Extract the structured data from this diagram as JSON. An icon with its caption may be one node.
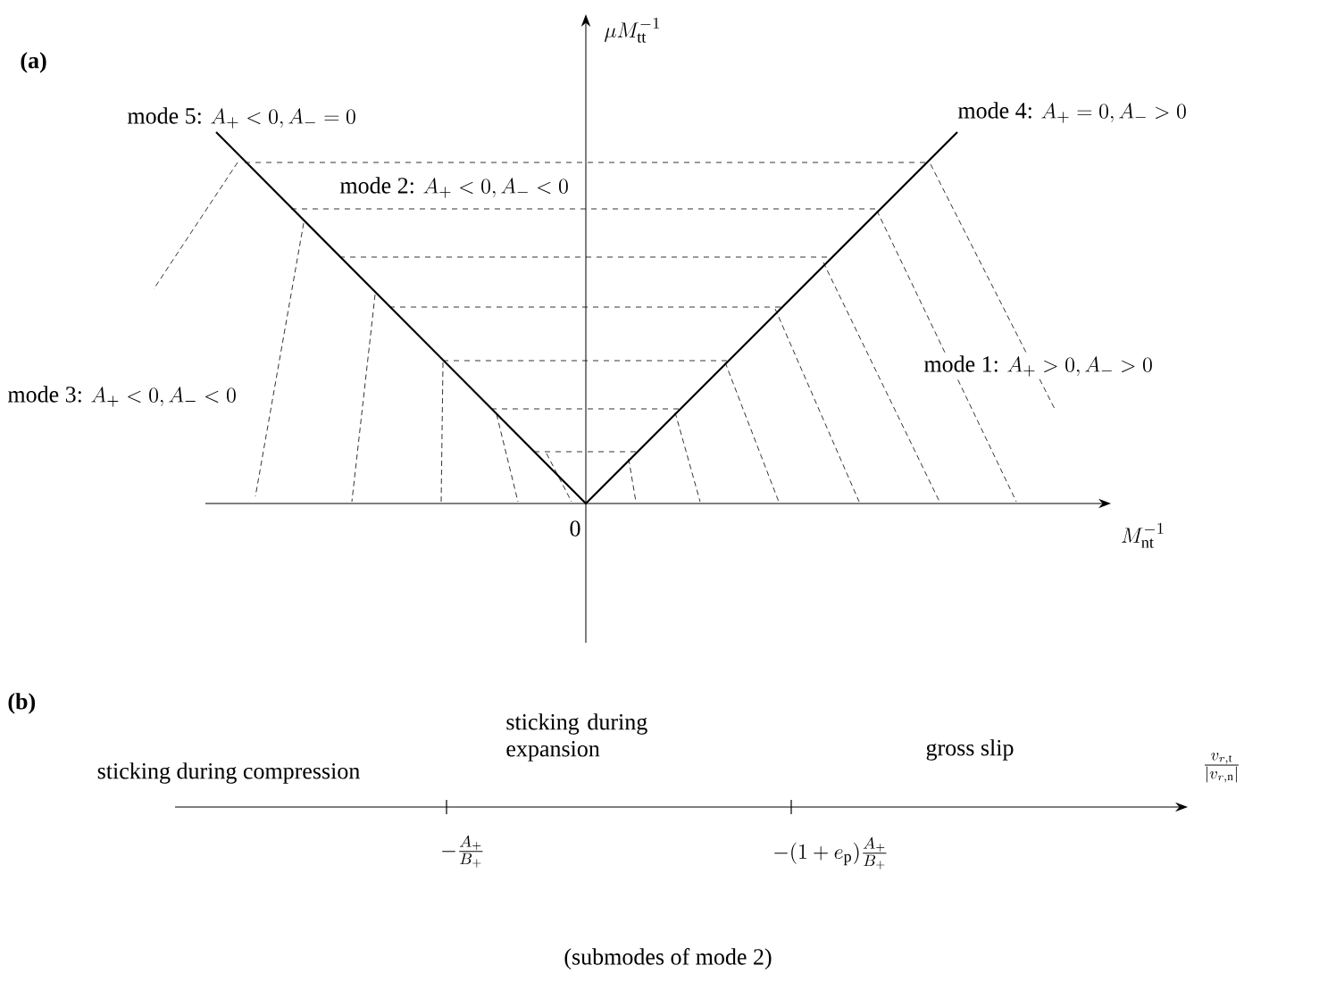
{
  "diagram": {
    "labels": [
      "(a)",
      "\\mu M_{\\mathrm{tt}}^{-1}",
      "\\text{mode 5: }A_+<0, A_-=0",
      "\\text{mode 4: }A_+=0, A_->0",
      "\\text{mode 2: }A_+<0, A_-<0",
      "\\text{mode 1: }A_+>0, A_->0",
      "\\text{mode 3: }A_+<0, A_-<0",
      "0",
      "M_{\\mathrm{nt}}^{-1}",
      "(b)",
      "sticking during compression",
      "sticking during expansion",
      "gross slip",
      "\\frac{v_{r,\\mathrm{t}}}{|v_{r,\\mathrm{n}}|}",
      "-\\frac{A_+}{B_+}",
      "-(1+e_{\\mathrm{p}})\\frac{A_+}{B_+}",
      "(submodes of mode 2)"
    ]
  }
}
